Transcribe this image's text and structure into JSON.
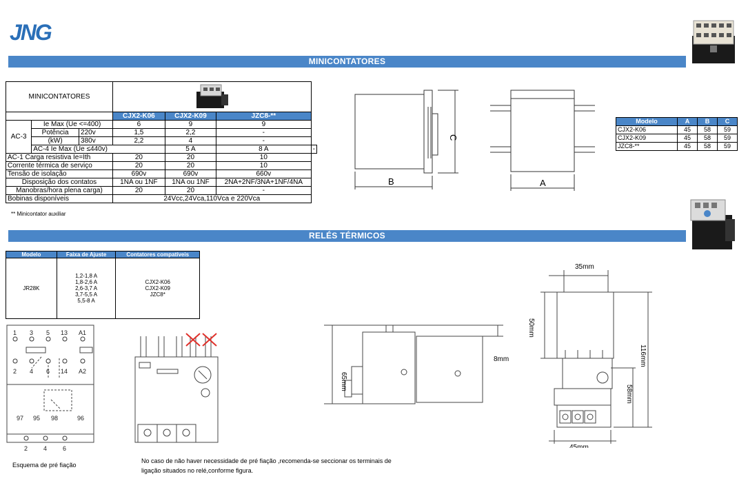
{
  "header": {
    "logo_text": "JNG"
  },
  "section1": {
    "title": "MINICONTATORES"
  },
  "section2": {
    "title": "RELÉS TÉRMICOS"
  },
  "main_table": {
    "title": "MINICONTATORES",
    "columns": [
      "CJX2-K06",
      "CJX2-K09",
      "JZC8-**"
    ],
    "ac3_label": "AC-3",
    "ie_label": "Ie Max (Ue <=400)",
    "ie_values": [
      "6",
      "9",
      "9"
    ],
    "potencia_label": "Potência",
    "kw_label": "(kW)",
    "v220_label": "220v",
    "v220_values": [
      "1,5",
      "2,2",
      "-"
    ],
    "v380_label": "380v",
    "v380_values": [
      "2,2",
      "4",
      "-"
    ],
    "ac4_label": "AC-4 Ie Max (Ue ≤440v)",
    "ac4_values": [
      "5 A",
      "8 A",
      "-"
    ],
    "ac1_label": "AC-1 Carga resistiva  Ie=Ith",
    "ac1_values": [
      "20",
      "20",
      "10"
    ],
    "corrente_label": "Corrente térmica de serviço",
    "corrente_values": [
      "20",
      "20",
      "10"
    ],
    "tensao_label": "Tensão de isolação",
    "tensao_values": [
      "690v",
      "690v",
      "660v"
    ],
    "disposicao_label": "Disposição dos contatos",
    "disposicao_values": [
      "1NA ou 1NF",
      "1NA ou 1NF",
      "2NA+2NF/3NA+1NF/4NA"
    ],
    "manobras_label": "Manobras/hora plena carga)",
    "manobras_values": [
      "20",
      "20",
      "-"
    ],
    "bobinas_label": "Bobinas disponíveis",
    "bobinas_value": "24Vcc,24Vca,110Vca e 220Vca"
  },
  "note": "** Minicontator auxiliar",
  "dim_table": {
    "headers": [
      "Modelo",
      "A",
      "B",
      "C"
    ],
    "rows": [
      [
        "CJX2-K06",
        "45",
        "58",
        "59"
      ],
      [
        "CJX2-K09",
        "45",
        "58",
        "59"
      ],
      [
        "JZC8-**",
        "45",
        "58",
        "59"
      ]
    ]
  },
  "drawings": {
    "label_B": "B",
    "label_A": "A",
    "label_C": "C",
    "dim_35": "35mm",
    "dim_50": "50mm",
    "dim_116": "116mm",
    "dim_58": "58mm",
    "dim_45": "45mm",
    "dim_65": "65mm",
    "dim_8": "8mm"
  },
  "relay_table": {
    "headers": [
      "Modelo",
      "Faixa de Ajuste",
      "Contatores compatíveis"
    ],
    "model": "JR28K",
    "ranges": [
      "1,2-1,8 A",
      "1,8-2,6 A",
      "2,6-3,7 A",
      "3,7-5,5 A",
      "5,5-8 A"
    ],
    "compatible": [
      "CJX2-K06",
      "CJX2-K09",
      "JZC8*"
    ]
  },
  "scheme": {
    "top_terminals": [
      "1",
      "3",
      "5",
      "13",
      "A1"
    ],
    "mid_terminals": [
      "2",
      "4",
      "6",
      "14",
      "A2"
    ],
    "low_terminals": [
      "97",
      "95",
      "98",
      "96"
    ],
    "bottom_terminals": [
      "2",
      "4",
      "6"
    ],
    "caption": "Esquema de pré fiação"
  },
  "caption_note": "No caso de não haver necessidade de pré fiação ,recomenda-se seccionar os terminais de ligação situados no relé,conforme figura."
}
